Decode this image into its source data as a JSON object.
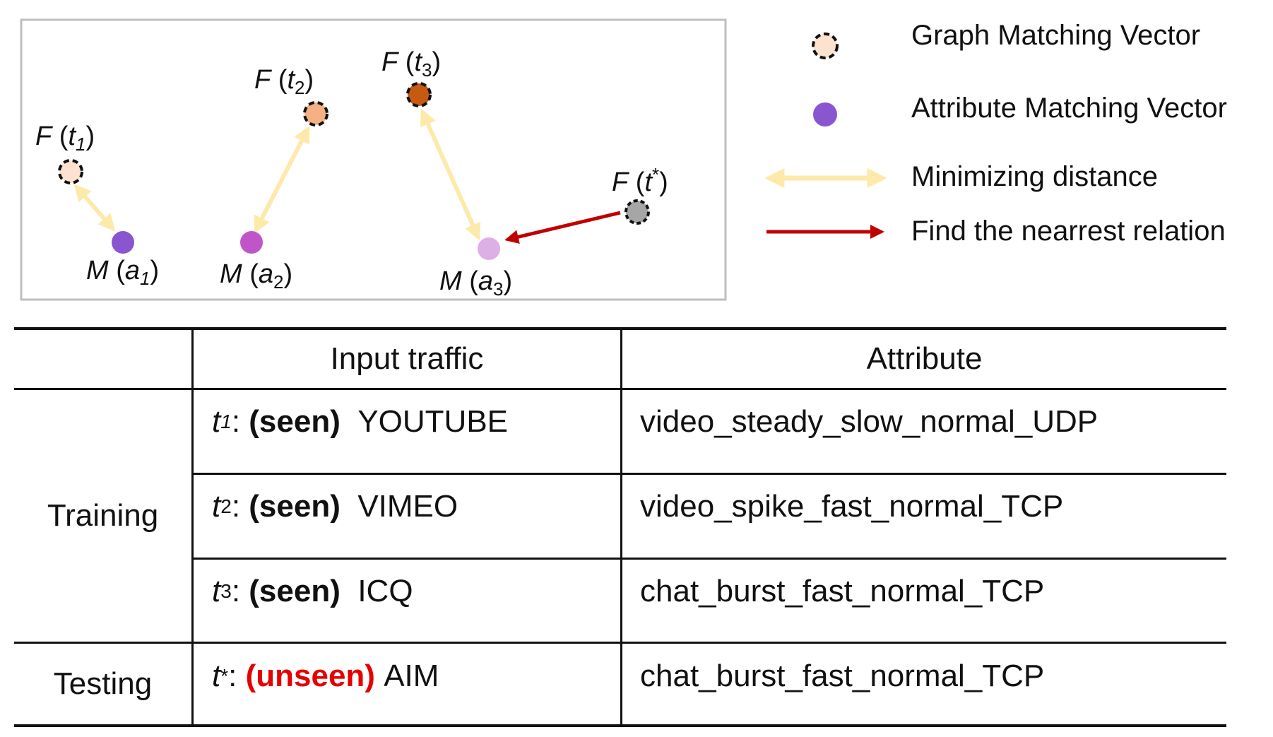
{
  "diagram": {
    "points": [
      {
        "fn": "F",
        "var": "t",
        "idx": "1",
        "kind": "graph",
        "color": "#fde2cf"
      },
      {
        "fn": "F",
        "var": "t",
        "idx": "2",
        "kind": "graph",
        "color": "#f4b183"
      },
      {
        "fn": "F",
        "var": "t",
        "idx": "3",
        "kind": "graph",
        "color": "#c55a11"
      },
      {
        "fn": "F",
        "var": "t",
        "idx": "*",
        "kind": "graph",
        "color": "#a6a6a6"
      },
      {
        "fn": "M",
        "var": "a",
        "idx": "1",
        "kind": "attribute",
        "color": "#8a56d0"
      },
      {
        "fn": "M",
        "var": "a",
        "idx": "2",
        "kind": "attribute",
        "color": "#c055c8"
      },
      {
        "fn": "M",
        "var": "a",
        "idx": "3",
        "kind": "attribute",
        "color": "#deaee6"
      }
    ],
    "arrow_colors": {
      "minimize": "#fde9a9",
      "nearest": "#c00000"
    }
  },
  "legend": {
    "graph_vector": "Graph Matching Vector",
    "attribute_vector": "Attribute Matching Vector",
    "minimizing": "Minimizing distance",
    "nearest": "Find the nearrest relation"
  },
  "table": {
    "headers": {
      "blank": "",
      "input": "Input traffic",
      "attribute": "Attribute"
    },
    "groups": {
      "training": "Training",
      "testing": "Testing"
    },
    "rows": [
      {
        "t": "t",
        "idx": "1",
        "sep": ":",
        "status": "(seen)",
        "app": "YOUTUBE",
        "attribute": "video_steady_slow_normal_UDP"
      },
      {
        "t": "t",
        "idx": "2",
        "sep": ":",
        "status": "(seen)",
        "app": "VIMEO",
        "attribute": "video_spike_fast_normal_TCP"
      },
      {
        "t": "t",
        "idx": "3",
        "sep": ":",
        "status": "(seen)",
        "app": "ICQ",
        "attribute": "chat_burst_fast_normal_TCP"
      },
      {
        "t": "t",
        "idx": "*",
        "sep": ":",
        "status": "(unseen)",
        "app": "AIM",
        "attribute": "chat_burst_fast_normal_TCP"
      }
    ]
  }
}
